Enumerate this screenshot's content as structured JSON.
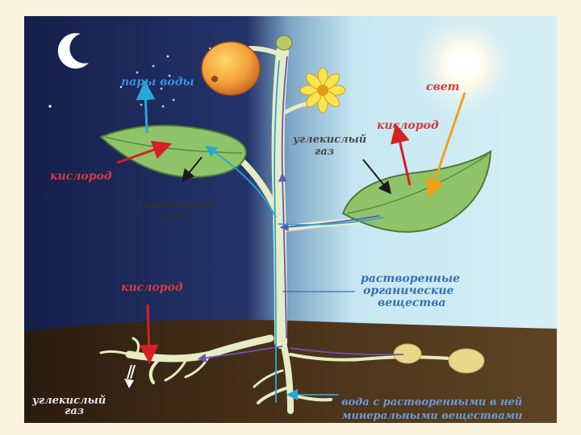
{
  "labels": {
    "water_vapor": "пары воды",
    "light": "свет",
    "oxygen_right": "кислород",
    "co2_right_line1": "углекислый",
    "co2_right_line2": "газ",
    "oxygen_left": "кислород",
    "co2_left_line1": "углекислый",
    "co2_left_line2": "газ",
    "organic_line1": "растворенные",
    "organic_line2": "органические",
    "organic_line3": "вещества",
    "oxygen_root": "кислород",
    "co2_root_line1": "углекислый",
    "co2_root_line2": "газ",
    "minerals_line1": "вода с растворенными в ней",
    "minerals_line2": "минеральными веществами"
  },
  "colors": {
    "night_sky": "#1b2656",
    "day_sky": "#bfe6f3",
    "soil": "#3e2a17",
    "leaf": "#8fc46a",
    "stem": "#e9efc8",
    "arrow_red": "#d61f26",
    "arrow_blue": "#27a7d6",
    "arrow_orange": "#f0a21c",
    "flow_purple": "#6a55b5",
    "label_blue": "#3a6fb2",
    "label_red": "#d63a3a",
    "label_dark": "#4a4a4a"
  },
  "icons": [
    "moon-icon",
    "sun-icon",
    "flower-icon",
    "fruit-icon"
  ]
}
